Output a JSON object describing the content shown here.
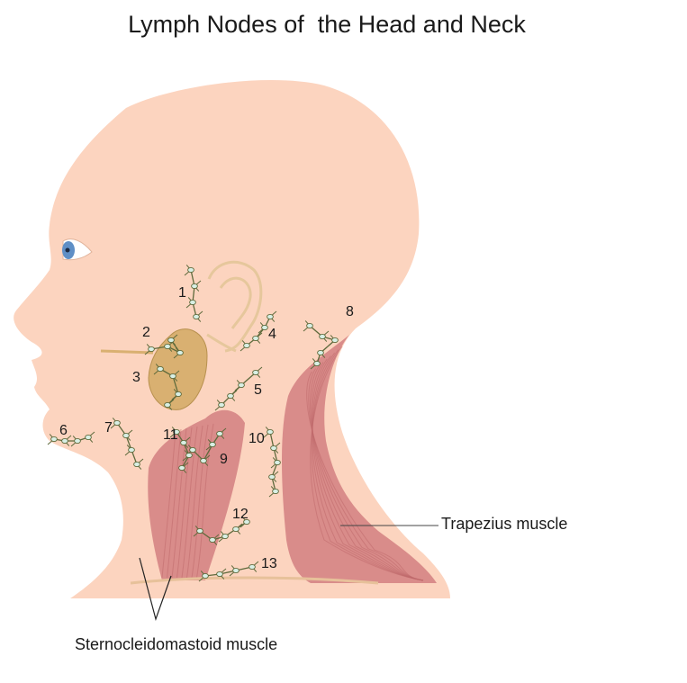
{
  "title": "Lymph Nodes of  the Head and Neck",
  "node_labels": [
    "1",
    "2",
    "3",
    "4",
    "5",
    "6",
    "7",
    "8",
    "9",
    "10",
    "11",
    "12",
    "13"
  ],
  "muscle_labels": {
    "trapezius": "Trapezius muscle",
    "sternocleidomastoid": "Sternocleidomastoid muscle"
  },
  "colors": {
    "skin": "#fcd4bf",
    "muscle": "#d98c8a",
    "muscle_stripe": "#c06a6c",
    "gland": "#d9b071",
    "ear_line": "#e6c79c",
    "node_fill": "#d8efe4",
    "vessel": "#5e6a3c",
    "eye_iris": "#5f8fc6",
    "leader_line": "#444444"
  }
}
